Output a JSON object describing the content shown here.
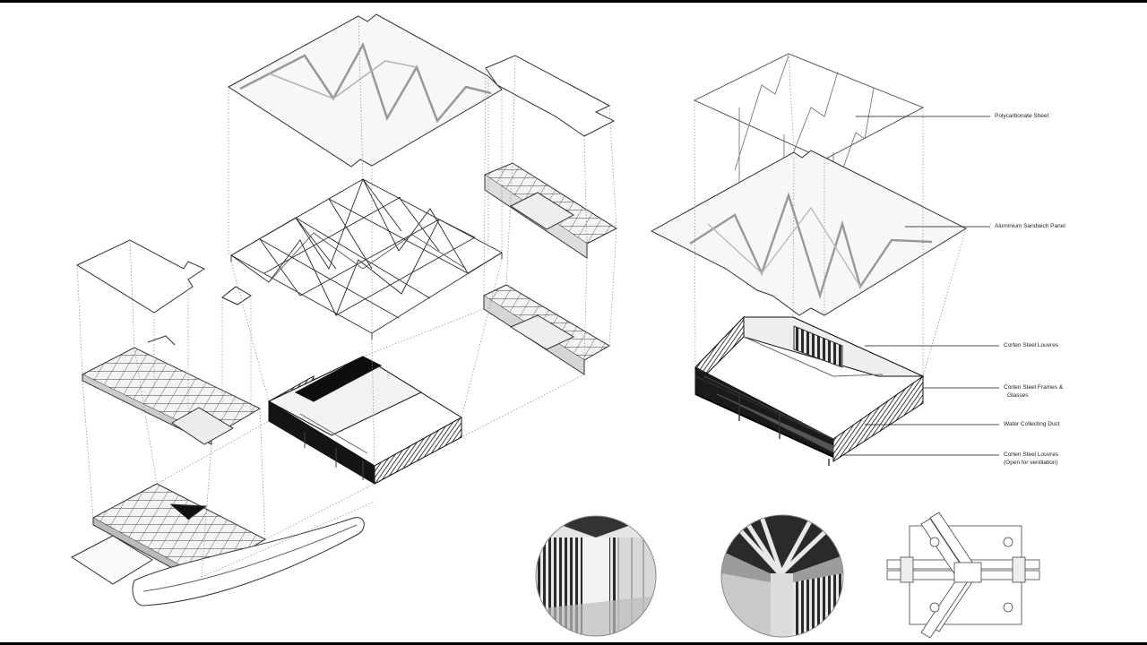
{
  "labels": {
    "polycarbonate": "Polycarbonate Sheet",
    "aluminium": "Aluminium Sandwich Panel",
    "louvres_top": "Corten Steel Louvres",
    "frames_l1": "Corten Steel Frames &",
    "frames_l2": "Glasses",
    "duct": "Water Collecting Duct",
    "louvres_open_l1": "Corten Steel Louvres",
    "louvres_open_l2": "(Open for ventilation)"
  },
  "colors": {
    "line": "#222222",
    "roof_fill": "#f6f6f6",
    "dark": "#1a1a1a",
    "mid": "#6b6b6b",
    "light": "#d9d9d9"
  }
}
